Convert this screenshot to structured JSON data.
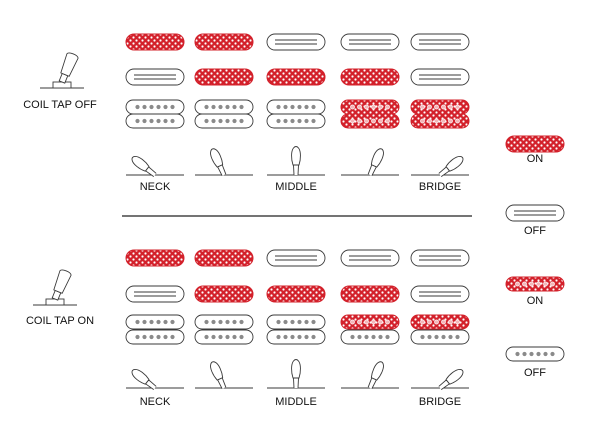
{
  "colors": {
    "active": "#d3202a",
    "dot": "#ffffff",
    "outline": "#3a3a3a",
    "divider": "#222222"
  },
  "positions": [
    "NECK",
    "",
    "MIDDLE",
    "",
    "BRIDGE"
  ],
  "sections": [
    {
      "label": "COIL TAP OFF",
      "toggle": "coil-tap-off",
      "pickups": {
        "top_single": [
          true,
          true,
          false,
          false,
          false
        ],
        "mid_single": [
          false,
          true,
          true,
          true,
          false
        ],
        "humbucker_top_coil": [
          false,
          false,
          false,
          true,
          true
        ],
        "humbucker_bottom_coil": [
          false,
          false,
          false,
          true,
          true
        ]
      }
    },
    {
      "label": "COIL TAP ON",
      "toggle": "coil-tap-on",
      "pickups": {
        "top_single": [
          true,
          true,
          false,
          false,
          false
        ],
        "mid_single": [
          false,
          true,
          true,
          true,
          false
        ],
        "humbucker_top_coil": [
          false,
          false,
          false,
          true,
          true
        ],
        "humbucker_bottom_coil": [
          false,
          false,
          false,
          false,
          false
        ]
      }
    }
  ],
  "legend": [
    {
      "type": "single-on",
      "label": "ON"
    },
    {
      "type": "single-off",
      "label": "OFF"
    },
    {
      "type": "coil-on",
      "label": "ON"
    },
    {
      "type": "coil-off",
      "label": "OFF"
    }
  ]
}
